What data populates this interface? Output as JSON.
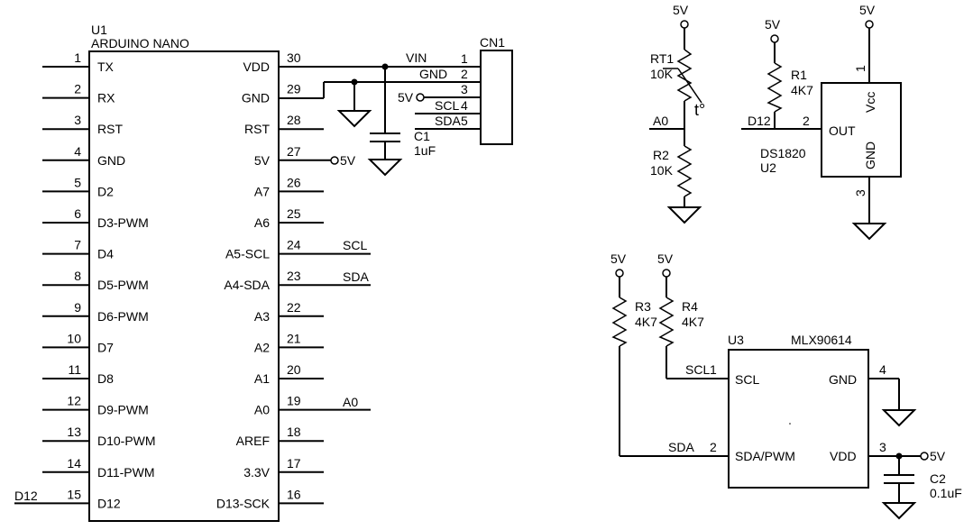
{
  "u1": {
    "ref": "U1",
    "name": "ARDUINO NANO",
    "left_pins": [
      {
        "num": "1",
        "name": "TX"
      },
      {
        "num": "2",
        "name": "RX"
      },
      {
        "num": "3",
        "name": "RST"
      },
      {
        "num": "4",
        "name": "GND"
      },
      {
        "num": "5",
        "name": "D2"
      },
      {
        "num": "6",
        "name": "D3-PWM"
      },
      {
        "num": "7",
        "name": "D4"
      },
      {
        "num": "8",
        "name": "D5-PWM"
      },
      {
        "num": "9",
        "name": "D6-PWM"
      },
      {
        "num": "10",
        "name": "D7"
      },
      {
        "num": "11",
        "name": "D8"
      },
      {
        "num": "12",
        "name": "D9-PWM"
      },
      {
        "num": "13",
        "name": "D10-PWM"
      },
      {
        "num": "14",
        "name": "D11-PWM"
      },
      {
        "num": "15",
        "name": "D12"
      }
    ],
    "right_pins": [
      {
        "num": "30",
        "name": "VDD"
      },
      {
        "num": "29",
        "name": "GND"
      },
      {
        "num": "28",
        "name": "RST"
      },
      {
        "num": "27",
        "name": "5V"
      },
      {
        "num": "26",
        "name": "A7"
      },
      {
        "num": "25",
        "name": "A6"
      },
      {
        "num": "24",
        "name": "A5-SCL"
      },
      {
        "num": "23",
        "name": "A4-SDA"
      },
      {
        "num": "22",
        "name": "A3"
      },
      {
        "num": "21",
        "name": "A2"
      },
      {
        "num": "20",
        "name": "A1"
      },
      {
        "num": "19",
        "name": "A0"
      },
      {
        "num": "18",
        "name": "AREF"
      },
      {
        "num": "17",
        "name": "3.3V"
      },
      {
        "num": "16",
        "name": "D13-SCK"
      }
    ],
    "net_labels": {
      "d12": "D12",
      "vin": "VIN",
      "p27": "5V",
      "scl": "SCL",
      "sda": "SDA",
      "a0": "A0"
    }
  },
  "cn1": {
    "ref": "CN1",
    "pins": [
      {
        "num": "1",
        "label": ""
      },
      {
        "num": "2",
        "label": "GND"
      },
      {
        "num": "3",
        "label": "5V"
      },
      {
        "num": "4",
        "label": "SCL"
      },
      {
        "num": "5",
        "label": "SDA"
      }
    ]
  },
  "c1": {
    "ref": "C1",
    "value": "1uF"
  },
  "thermistor": {
    "supply": "5V",
    "rt1_ref": "RT1",
    "rt1_value": "10K",
    "temp_symbol": "t°",
    "r2_ref": "R2",
    "r2_value": "10K",
    "net": "A0"
  },
  "u2": {
    "supply_r1": "5V",
    "r1_ref": "R1",
    "r1_value": "4K7",
    "net": "D12",
    "data_pin": "2",
    "out": "OUT",
    "name": "DS1820",
    "ref": "U2",
    "vcc_supply": "5V",
    "vcc_pin": "1",
    "vcc": "Vcc",
    "gnd": "GND",
    "gnd_pin": "3"
  },
  "u3": {
    "r3_supply": "5V",
    "r4_supply": "5V",
    "r3_ref": "R3",
    "r3_value": "4K7",
    "r4_ref": "R4",
    "r4_value": "4K7",
    "ref": "U3",
    "name": "MLX90614",
    "scl_net": "SCL",
    "scl_pin": "1",
    "scl": "SCL",
    "sda_net": "SDA",
    "sda_pin": "2",
    "sda": "SDA/PWM",
    "gnd": "GND",
    "gnd_pin": "4",
    "vdd": "VDD",
    "vdd_pin": "3",
    "vdd_supply": "5V",
    "c2_ref": "C2",
    "c2_value": "0.1uF"
  }
}
